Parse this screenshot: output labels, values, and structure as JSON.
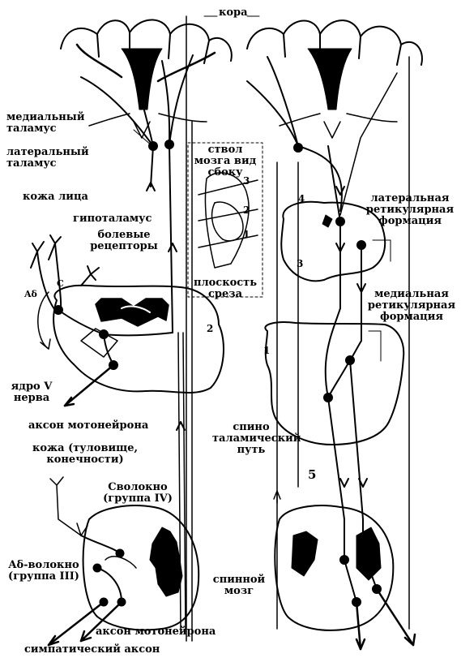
{
  "labels": {
    "cortex": "кора",
    "medial_thalamus": "медиальный таламус",
    "lateral_thalamus": "латеральный таламус",
    "brainstem_title": "ствол мозга вид сбоку",
    "face_skin": "кожа лица",
    "hypothalamus": "гипоталамус",
    "pain_receptors": "болевые рецепторы",
    "section_plane": "плоскость среза",
    "lateral_reticular": "латеральная ретикулярная формация",
    "medial_reticular": "медиальная ретикулярная формация",
    "nucleus_v": "ядро V нерва",
    "motoneuron_axon_top": "аксон мотонейрона",
    "body_skin": "кожа (туловище, конечности)",
    "spinothalamic": "спино таламический путь",
    "c_fiber": "Cволокно (группа IV)",
    "a_delta_fiber": "Aδ-волокно (группа III)",
    "spinal_cord": "спинной мозг",
    "motoneuron_axon_bottom": "аксон мотонейрона",
    "sympathetic_axon": "симпатический аксон",
    "a_delta_small": "Aδ",
    "c_small": "C"
  },
  "numbers": {
    "n1": "1",
    "n2": "2",
    "n3": "3",
    "n4": "4",
    "inset1": "1",
    "inset2": "2",
    "inset3": "3",
    "n5": "5"
  }
}
